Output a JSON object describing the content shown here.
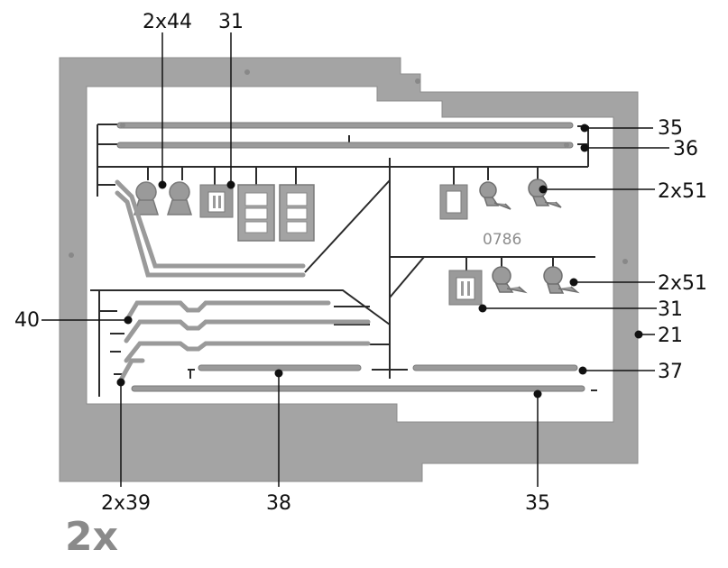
{
  "sprue_code": "0786",
  "quantity": "2x",
  "callouts": {
    "c_2x44": "2x44",
    "c_31_top": "31",
    "c_35_top": "35",
    "c_36": "36",
    "c_2x51_a": "2x51",
    "c_2x51_b": "2x51",
    "c_31_mid": "31",
    "c_21": "21",
    "c_37": "37",
    "c_40": "40",
    "c_2x39": "2x39",
    "c_38": "38",
    "c_35_bottom": "35"
  },
  "colors": {
    "frame": "#a4a4a4",
    "frame_edge": "#8c8c8c",
    "part": "#9a9a9a",
    "part_edge": "#7a7a7a",
    "runner": "#2b2b2b",
    "leader": "#111111"
  }
}
